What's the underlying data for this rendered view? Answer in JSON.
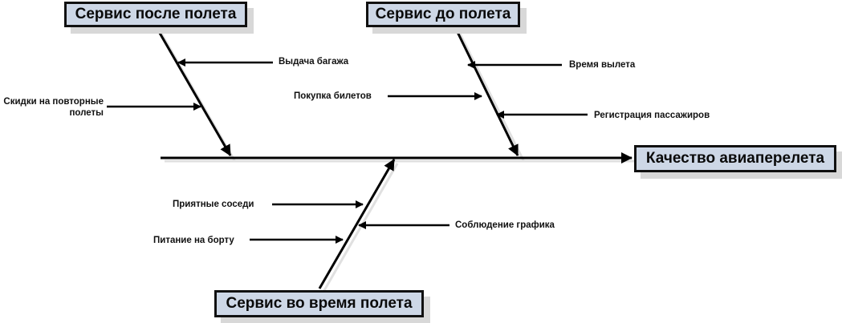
{
  "diagram": {
    "effect": "Качество авиаперелета",
    "categories": [
      {
        "name": "Сервис после полета",
        "causes": [
          "Выдача багажа",
          "Скидки на повторные полеты"
        ]
      },
      {
        "name": "Сервис до полета",
        "causes": [
          "Время вылета",
          "Покупка билетов",
          "Регистрация пассажиров"
        ]
      },
      {
        "name": "Сервис во время полета",
        "causes": [
          "Приятные соседи",
          "Соблюдение графика",
          "Питание на борту"
        ]
      }
    ]
  },
  "colors": {
    "box_fill": "#cdd7e6",
    "line": "#000000",
    "shadow": "#d8d8d8"
  }
}
